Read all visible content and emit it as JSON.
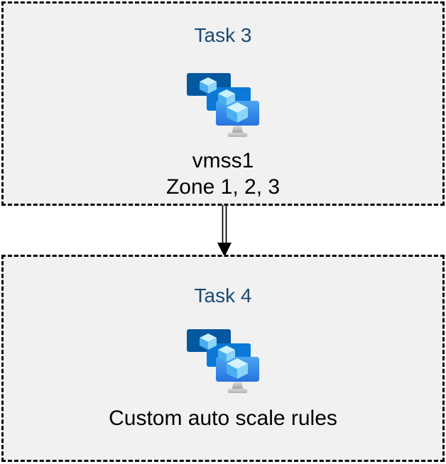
{
  "page": {
    "background": "#ffffff"
  },
  "colors": {
    "card_background": "#f1f1f2",
    "card_border": "#000000",
    "task_title": "#1b4a73",
    "body_text": "#000000",
    "monitor_back": "#05579e",
    "monitor_middle": "#0b79d5",
    "monitor_front_top": "#4da4f2",
    "monitor_front_bottom": "#2574de",
    "cube_top": "#c9f1fd",
    "cube_left": "#49aff0",
    "cube_right": "#8ad5f8",
    "stand_light": "#e8e8e8",
    "stand_dark": "#9e9e9e",
    "connector": "#000000"
  },
  "diagram": {
    "tasks": [
      {
        "title": "Task 3",
        "icon": "vm-scale-sets-icon",
        "lines": [
          "vmss1",
          "Zone 1, 2, 3"
        ]
      },
      {
        "title": "Task 4",
        "icon": "vm-scale-sets-icon",
        "lines": [
          "Custom auto scale rules"
        ]
      }
    ],
    "connector": {
      "type": "double-line-arrow-down",
      "from": "Task 3",
      "to": "Task 4"
    }
  }
}
